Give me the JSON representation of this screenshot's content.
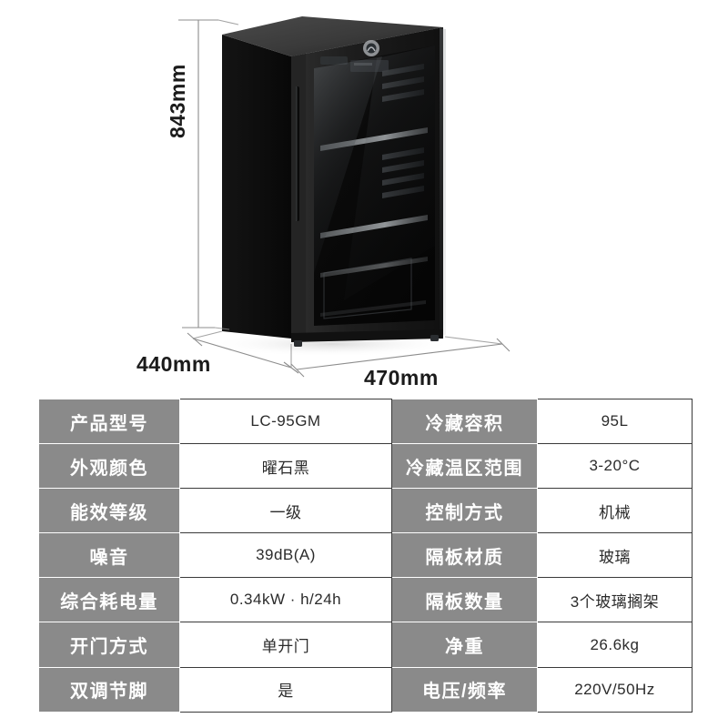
{
  "product": {
    "type": "beverage-cooler-refrigerator",
    "brand_logo": "midea-logo",
    "color_description": "black glass door"
  },
  "dimensions": {
    "height": "843mm",
    "depth": "440mm",
    "width": "470mm"
  },
  "spec_table": {
    "rows": [
      {
        "label_left": "产品型号",
        "value_left": "LC-95GM",
        "label_right": "冷藏容积",
        "value_right": "95L"
      },
      {
        "label_left": "外观颜色",
        "value_left": "曜石黑",
        "label_right": "冷藏温区范围",
        "value_right": "3-20°C"
      },
      {
        "label_left": "能效等级",
        "value_left": "一级",
        "label_right": "控制方式",
        "value_right": "机械"
      },
      {
        "label_left": "噪音",
        "value_left": "39dB(A)",
        "label_right": "隔板材质",
        "value_right": "玻璃"
      },
      {
        "label_left": "综合耗电量",
        "value_left": "0.34kW · h/24h",
        "label_right": "隔板数量",
        "value_right": "3个玻璃搁架"
      },
      {
        "label_left": "开门方式",
        "value_left": "单开门",
        "label_right": "净重",
        "value_right": "26.6kg"
      },
      {
        "label_left": "双调节脚",
        "value_left": "是",
        "label_right": "电压/频率",
        "value_right": "220V/50Hz"
      }
    ]
  },
  "colors": {
    "label_cell_bg": "#8a8a8a",
    "label_cell_text": "#ffffff",
    "value_cell_bg": "#ffffff",
    "value_cell_text": "#2b2b2b",
    "page_bg": "#ffffff",
    "cabinet_black": "#0c0c0c",
    "dimension_line": "#8d8d8d"
  }
}
